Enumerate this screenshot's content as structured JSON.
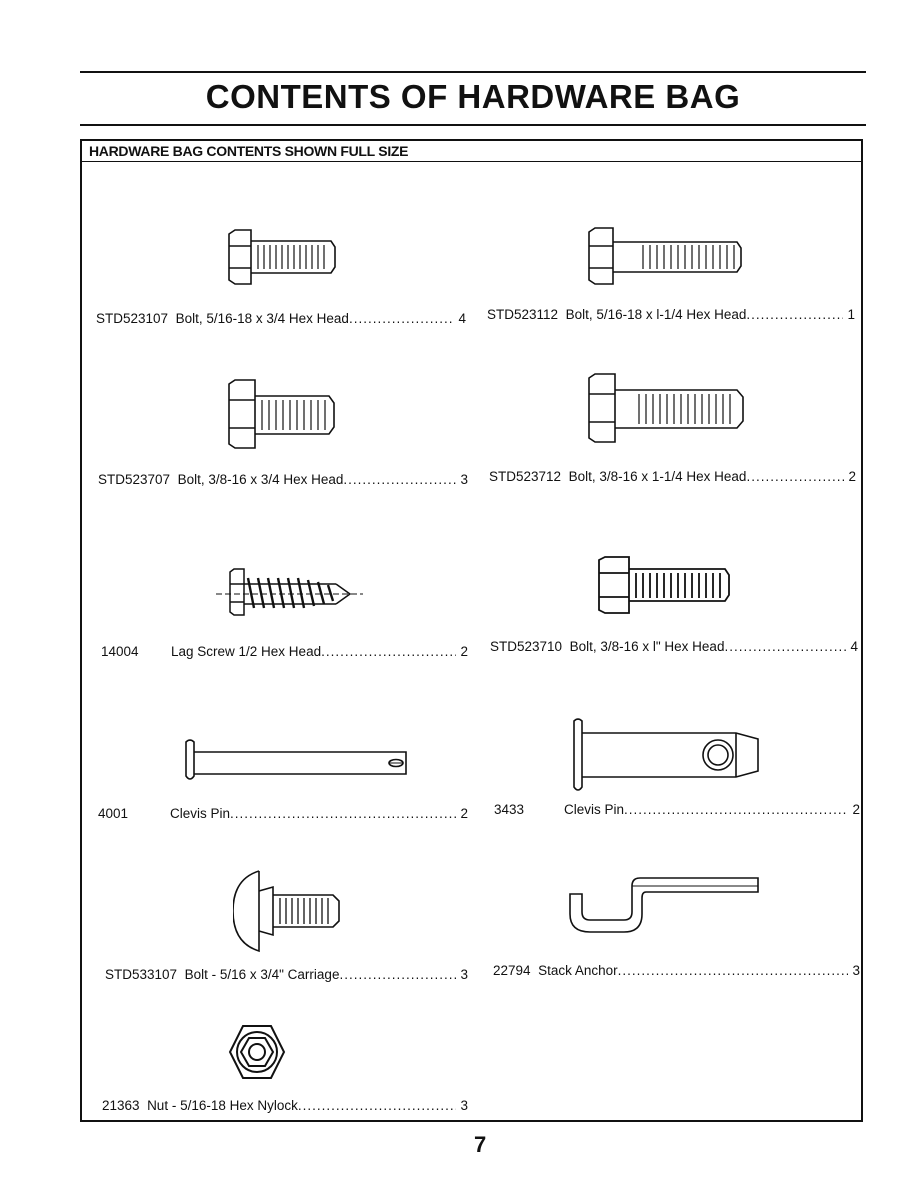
{
  "title": "CONTENTS OF HARDWARE BAG",
  "box_header": "HARDWARE BAG CONTENTS SHOWN FULL SIZE",
  "items": [
    {
      "part": "STD523107",
      "description": "Bolt, 5/16-18 x 3/4 Hex Head",
      "qty": "4",
      "icon": "hex-bolt-icon"
    },
    {
      "part": "STD523112",
      "description": "Bolt, 5/16-18 x l-1/4 Hex Head",
      "qty": "1",
      "icon": "hex-bolt-icon"
    },
    {
      "part": "STD523707",
      "description": "Bolt, 3/8-16 x 3/4 Hex Head",
      "qty": "3",
      "icon": "hex-bolt-icon"
    },
    {
      "part": "STD523712",
      "description": "Bolt, 3/8-16 x 1-1/4 Hex Head",
      "qty": "2",
      "icon": "hex-bolt-icon"
    },
    {
      "part": "14004",
      "description": "Lag Screw  1/2 Hex Head",
      "qty": "2",
      "icon": "lag-screw-icon"
    },
    {
      "part": "STD523710",
      "description": "Bolt, 3/8-16 x l\" Hex Head",
      "qty": "4",
      "icon": "hex-bolt-icon"
    },
    {
      "part": "4001",
      "description": "Clevis Pin",
      "qty": "2",
      "icon": "clevis-pin-icon"
    },
    {
      "part": "3433",
      "description": "Clevis Pin",
      "qty": "2",
      "icon": "clevis-pin-icon"
    },
    {
      "part": "STD533107",
      "description": "Bolt - 5/16 x 3/4\" Carriage",
      "qty": "3",
      "icon": "carriage-bolt-icon"
    },
    {
      "part": "22794",
      "description": "Stack Anchor",
      "qty": "3",
      "icon": "stack-anchor-icon"
    },
    {
      "part": "21363",
      "description": "Nut - 5/16-18 Hex Nylock",
      "qty": "3",
      "icon": "hex-nut-icon"
    }
  ],
  "page_number": "7"
}
